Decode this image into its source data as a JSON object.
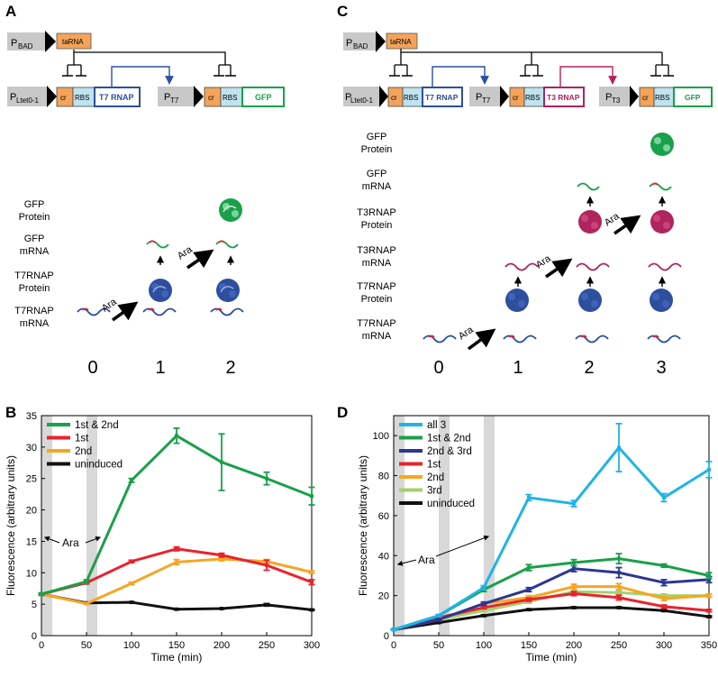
{
  "panels": {
    "A": {
      "letter": "A",
      "promoters": {
        "pbad": "P",
        "pbad_sub": "BAD",
        "pltet": "P",
        "pltet_sub": "Ltet0-1",
        "pt7": "P",
        "pt7_sub": "T7"
      },
      "boxes": {
        "taRNA": "taRNA",
        "cr": "cr",
        "rbs": "RBS",
        "t7rnap": "T7 RNAP",
        "gfp": "GFP"
      },
      "rows": [
        "GFP\nProtein",
        "GFP\nmRNA",
        "T7RNAP\nProtein",
        "T7RNAP\nmRNA"
      ],
      "stages": [
        "0",
        "1",
        "2"
      ],
      "ara": "Ara"
    },
    "B": {
      "letter": "B",
      "ara": "Ara",
      "chart_data": {
        "type": "line",
        "xlabel": "Time (min)",
        "ylabel": "Fluorescence (arbitrary units)",
        "xlim": [
          0,
          300
        ],
        "ylim": [
          0,
          35
        ],
        "xticks": [
          "0",
          "50",
          "100",
          "150",
          "200",
          "250",
          "300"
        ],
        "yticks": [
          "0",
          "5",
          "10",
          "15",
          "20",
          "25",
          "30",
          "35"
        ],
        "legend_position": "top-left",
        "induction_bands": [
          [
            0,
            12
          ],
          [
            50,
            62
          ]
        ],
        "series": [
          {
            "name": "1st & 2nd",
            "color": "#1aa04a",
            "x": [
              0,
              50,
              100,
              150,
              200,
              250,
              300
            ],
            "y": [
              6.6,
              8.6,
              24.7,
              31.8,
              27.6,
              25.0,
              22.2
            ],
            "err": [
              0.2,
              0.3,
              0.3,
              1.2,
              4.5,
              1.0,
              1.4
            ]
          },
          {
            "name": "1st",
            "color": "#e8232d",
            "x": [
              0,
              50,
              100,
              150,
              200,
              250,
              300
            ],
            "y": [
              6.6,
              8.4,
              11.8,
              13.8,
              12.8,
              11.2,
              8.5
            ],
            "err": [
              0.1,
              0.2,
              0.2,
              0.3,
              0.3,
              0.8,
              0.4
            ]
          },
          {
            "name": "2nd",
            "color": "#f6a623",
            "x": [
              0,
              50,
              100,
              150,
              200,
              250,
              300
            ],
            "y": [
              6.6,
              5.1,
              8.3,
              11.7,
              12.2,
              11.8,
              10.1
            ],
            "err": [
              0.1,
              0.1,
              0.2,
              0.4,
              0.3,
              0.3,
              0.2
            ]
          },
          {
            "name": "uninduced",
            "color": "#111111",
            "x": [
              0,
              50,
              100,
              150,
              200,
              250,
              300
            ],
            "y": [
              6.6,
              5.2,
              5.3,
              4.2,
              4.3,
              4.9,
              4.1
            ],
            "err": [
              0.1,
              0.1,
              0.1,
              0.1,
              0.1,
              0.2,
              0.1
            ]
          }
        ]
      }
    },
    "C": {
      "letter": "C",
      "promoters": {
        "pbad": "P",
        "pbad_sub": "BAD",
        "pltet": "P",
        "pltet_sub": "Ltet0-1",
        "pt7": "P",
        "pt7_sub": "T7",
        "pt3": "P",
        "pt3_sub": "T3"
      },
      "boxes": {
        "taRNA": "taRNA",
        "cr": "cr",
        "rbs": "RBS",
        "t7rnap": "T7 RNAP",
        "t3rnap": "T3 RNAP",
        "gfp": "GFP"
      },
      "rows": [
        "GFP\nProtein",
        "GFP\nmRNA",
        "T3RNAP\nProtein",
        "T3RNAP\nmRNA",
        "T7RNAP\nProtein",
        "T7RNAP\nmRNA"
      ],
      "stages": [
        "0",
        "1",
        "2",
        "3"
      ],
      "ara": "Ara"
    },
    "D": {
      "letter": "D",
      "ara": "Ara",
      "chart_data": {
        "type": "line",
        "xlabel": "Time (min)",
        "ylabel": "Fluorescence (arbitrary units)",
        "xlim": [
          0,
          350
        ],
        "ylim": [
          0,
          110
        ],
        "xticks": [
          "0",
          "50",
          "100",
          "150",
          "200",
          "250",
          "300",
          "350"
        ],
        "yticks": [
          "0",
          "20",
          "40",
          "60",
          "80",
          "100"
        ],
        "legend_position": "top-left",
        "induction_bands": [
          [
            0,
            12
          ],
          [
            50,
            62
          ],
          [
            100,
            112
          ]
        ],
        "series": [
          {
            "name": "all 3",
            "color": "#1fb4e6",
            "x": [
              0,
              50,
              100,
              150,
              200,
              250,
              300,
              350
            ],
            "y": [
              3,
              10,
              24,
              69,
              66,
              94,
              69,
              83
            ],
            "err": [
              0.3,
              0.5,
              1.0,
              1.5,
              1.5,
              12,
              2,
              4
            ]
          },
          {
            "name": "1st & 2nd",
            "color": "#1aa04a",
            "x": [
              0,
              50,
              100,
              150,
              200,
              250,
              300,
              350
            ],
            "y": [
              3,
              10,
              23,
              34,
              36.5,
              38.5,
              35,
              30
            ],
            "err": [
              0.3,
              0.5,
              1.0,
              1.5,
              1.5,
              2.5,
              0.8,
              1.5
            ]
          },
          {
            "name": "2nd & 3rd",
            "color": "#2c3694",
            "x": [
              0,
              50,
              100,
              150,
              200,
              250,
              300,
              350
            ],
            "y": [
              3,
              8,
              16,
              23,
              33.5,
              31.5,
              26.5,
              28
            ],
            "err": [
              0.3,
              0.5,
              0.8,
              1.0,
              1.5,
              2.5,
              1.5,
              1.5
            ]
          },
          {
            "name": "1st",
            "color": "#e8232d",
            "x": [
              0,
              50,
              100,
              150,
              200,
              250,
              300,
              350
            ],
            "y": [
              3,
              9,
              14,
              18,
              21,
              19,
              14.5,
              12.5
            ],
            "err": [
              0.3,
              0.5,
              0.6,
              0.8,
              1.0,
              1.2,
              0.8,
              0.6
            ]
          },
          {
            "name": "2nd",
            "color": "#f6a623",
            "x": [
              0,
              50,
              100,
              150,
              200,
              250,
              300,
              350
            ],
            "y": [
              3,
              8,
              16,
              19,
              24.5,
              24.5,
              18.5,
              20
            ],
            "err": [
              0.3,
              0.5,
              0.8,
              1.0,
              1.2,
              1.5,
              1.0,
              0.8
            ]
          },
          {
            "name": "3rd",
            "color": "#a6d06e",
            "x": [
              0,
              50,
              100,
              150,
              200,
              250,
              300,
              350
            ],
            "y": [
              3,
              8,
              12.5,
              17,
              22,
              21.5,
              20,
              20
            ],
            "err": [
              0.3,
              0.5,
              0.6,
              0.8,
              1.0,
              1.0,
              0.8,
              0.8
            ]
          },
          {
            "name": "uninduced",
            "color": "#111111",
            "x": [
              0,
              50,
              100,
              150,
              200,
              250,
              300,
              350
            ],
            "y": [
              3,
              6.5,
              10,
              13,
              14,
              14,
              12.5,
              9.5
            ],
            "err": [
              0.2,
              0.3,
              0.4,
              0.4,
              0.4,
              0.4,
              0.4,
              0.4
            ]
          }
        ]
      }
    }
  }
}
